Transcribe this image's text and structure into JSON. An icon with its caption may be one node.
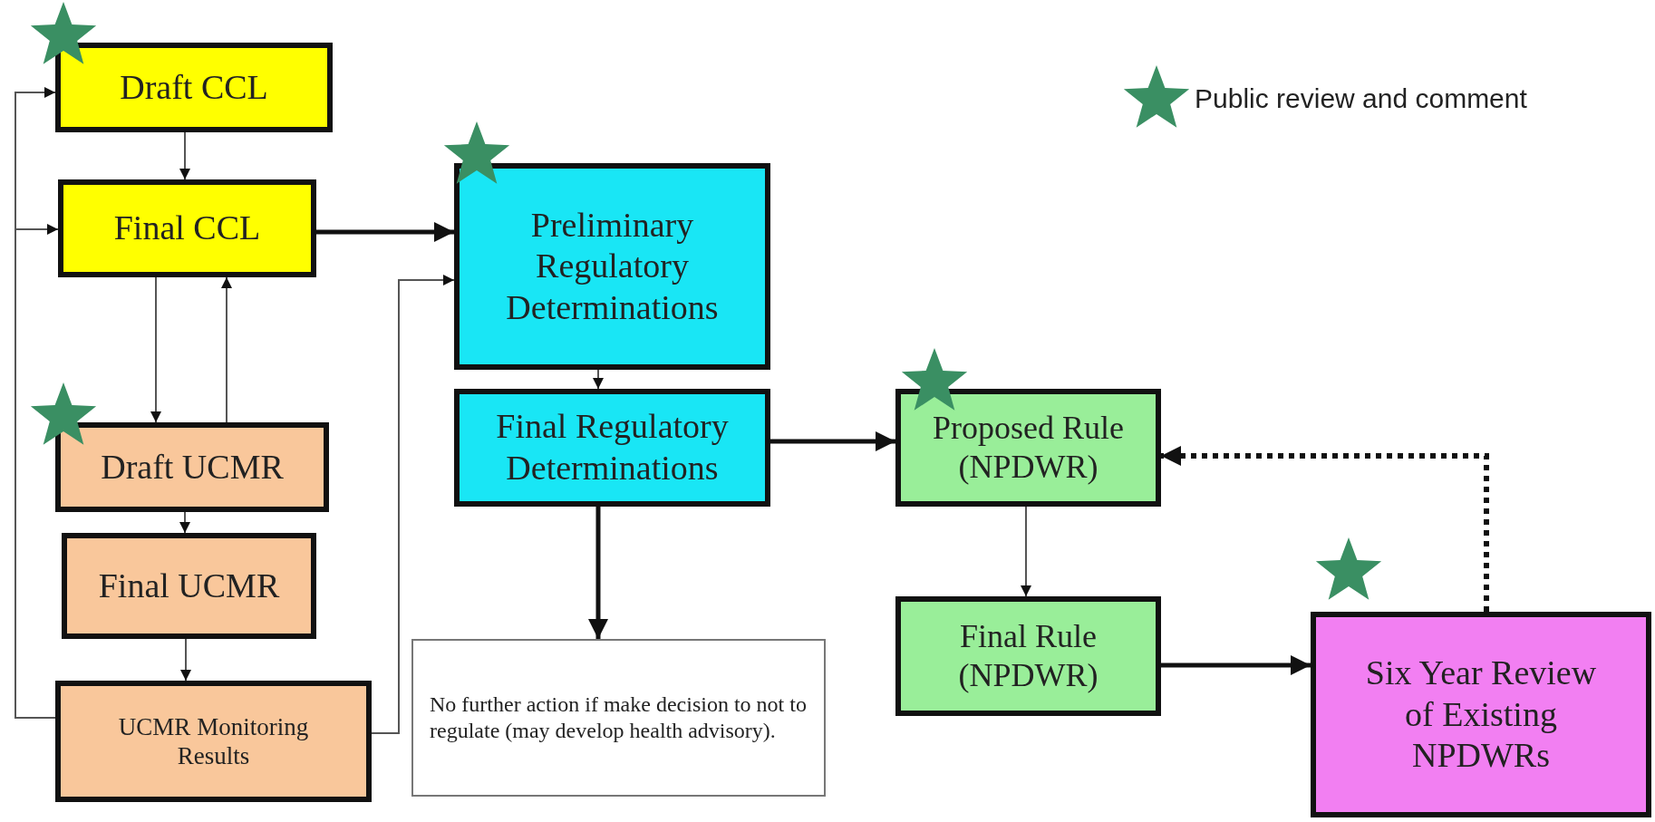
{
  "diagram": {
    "nodes": [
      {
        "text": [
          "Draft CCL"
        ]
      },
      {
        "text": [
          "Final  CCL"
        ]
      },
      {
        "text": [
          "Draft UCMR"
        ]
      },
      {
        "text": [
          "Final UCMR"
        ]
      },
      {
        "text": [
          "UCMR Monitoring Results"
        ]
      },
      {
        "text": [
          "Preliminary Regulatory Determinations"
        ]
      },
      {
        "text": [
          "Final Regulatory Determinations"
        ]
      },
      {
        "text": [
          "No further action if make decision to not to regulate (may develop health advisory)."
        ]
      },
      {
        "text": [
          "Proposed Rule (NPDWR)"
        ]
      },
      {
        "text": [
          "Final Rule (NPDWR)"
        ]
      },
      {
        "text": [
          "Six Year Review of Existing NPDWRs"
        ]
      }
    ],
    "edges": [
      {
        "from": 4,
        "to": 0,
        "arrow": "to"
      },
      {
        "from": 4,
        "to": 1,
        "arrow": "to"
      },
      {
        "from": 0,
        "to": 1,
        "arrow": "to"
      },
      {
        "from": 1,
        "to": 2,
        "arrow": "to"
      },
      {
        "from": 2,
        "to": 1,
        "arrow": "to"
      },
      {
        "from": 2,
        "to": 3,
        "arrow": "to"
      },
      {
        "from": 3,
        "to": 4,
        "arrow": "to"
      },
      {
        "from": 1,
        "to": 5,
        "arrow": "to",
        "style": "thick"
      },
      {
        "from": 4,
        "to": 5,
        "arrow": "to"
      },
      {
        "from": 5,
        "to": 6,
        "arrow": "to"
      },
      {
        "from": 6,
        "to": 7,
        "arrow": "to",
        "style": "thick"
      },
      {
        "from": 6,
        "to": 8,
        "arrow": "to",
        "style": "thick"
      },
      {
        "from": 8,
        "to": 9,
        "arrow": "to"
      },
      {
        "from": 9,
        "to": 10,
        "arrow": "to",
        "style": "thick"
      },
      {
        "from": 10,
        "to": 8,
        "arrow": "to",
        "style": "dashed"
      }
    ],
    "legend": [
      {
        "text": "Public review and comment"
      }
    ]
  }
}
